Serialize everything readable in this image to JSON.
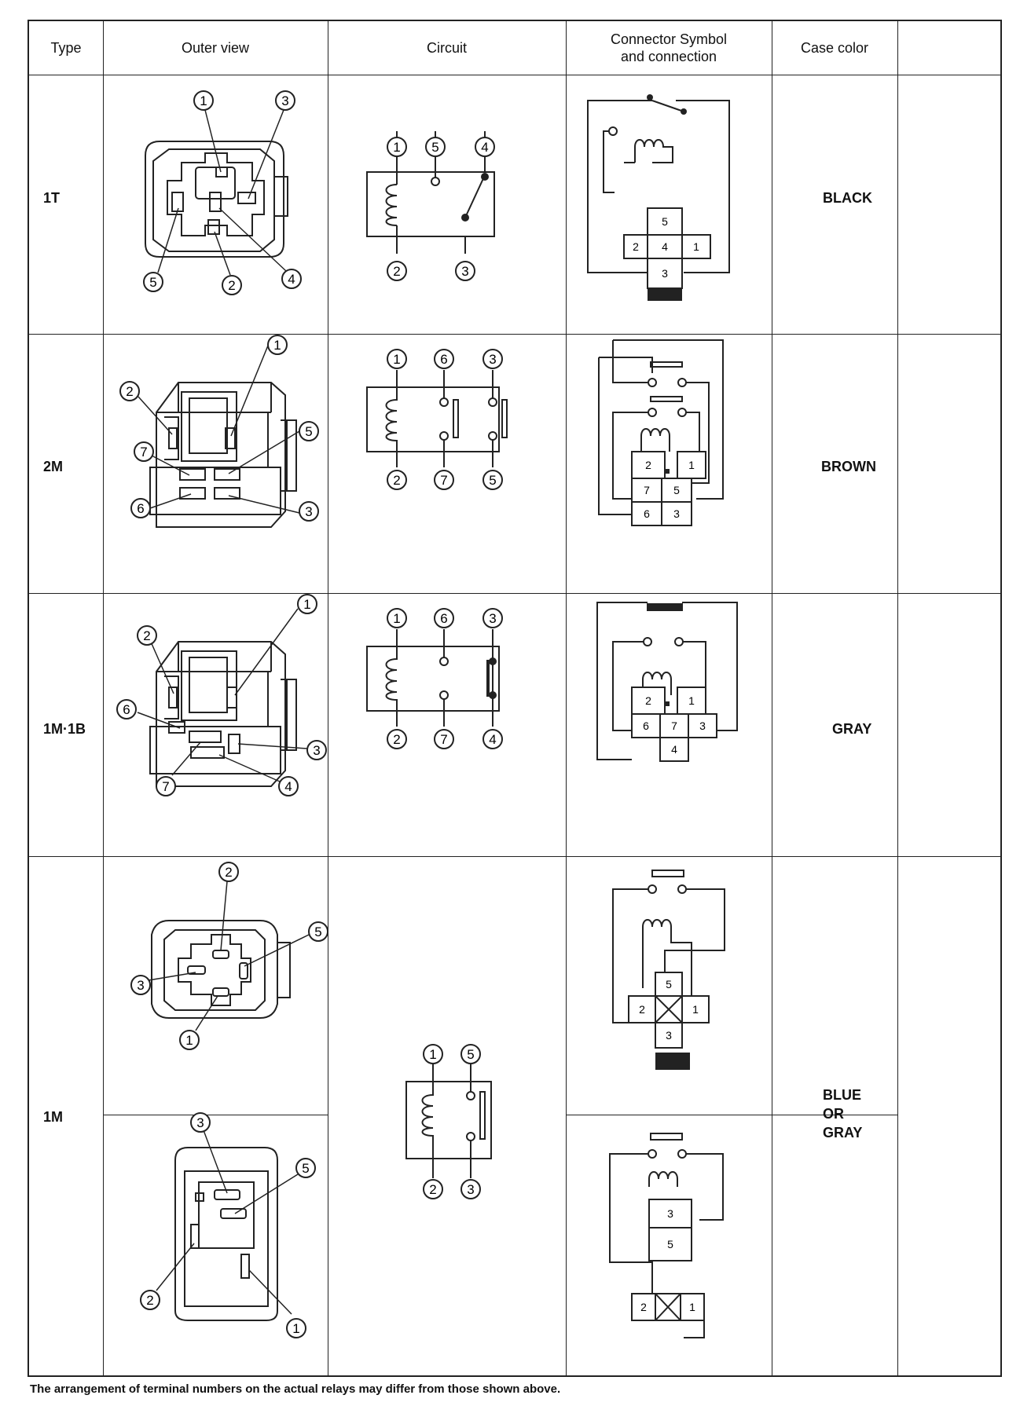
{
  "headers": {
    "type": "Type",
    "outer_view": "Outer view",
    "circuit": "Circuit",
    "connector": "Connector Symbol\nand connection",
    "case_color": "Case color"
  },
  "rows": [
    {
      "type": "1T",
      "case_color": "BLACK",
      "outer_view_terminals": [
        "1",
        "3",
        "5",
        "2",
        "4"
      ],
      "circuit_terminals": {
        "top": [
          "1",
          "5",
          "4"
        ],
        "bottom": [
          "2",
          "3"
        ]
      },
      "connector_pins": [
        "5",
        "2",
        "4",
        "1",
        "3"
      ]
    },
    {
      "type": "2M",
      "case_color": "BROWN",
      "outer_view_terminals": [
        "1",
        "2",
        "5",
        "7",
        "6",
        "3"
      ],
      "circuit_terminals": {
        "top": [
          "1",
          "6",
          "3"
        ],
        "bottom": [
          "2",
          "7",
          "5"
        ]
      },
      "connector_pins": [
        "2",
        "1",
        "7",
        "5",
        "6",
        "3"
      ]
    },
    {
      "type": "1M·1B",
      "case_color": "GRAY",
      "outer_view_terminals": [
        "1",
        "2",
        "6",
        "3",
        "7",
        "4"
      ],
      "circuit_terminals": {
        "top": [
          "1",
          "6",
          "3"
        ],
        "bottom": [
          "2",
          "7",
          "4"
        ]
      },
      "connector_pins": [
        "2",
        "1",
        "6",
        "7",
        "3",
        "4"
      ]
    },
    {
      "type": "1M",
      "case_color": "BLUE\nOR\nGRAY",
      "outer_view_a_terminals": [
        "2",
        "5",
        "3",
        "1"
      ],
      "outer_view_b_terminals": [
        "3",
        "5",
        "2",
        "1"
      ],
      "circuit_terminals": {
        "top": [
          "1",
          "5"
        ],
        "bottom": [
          "2",
          "3"
        ]
      },
      "connector_a_pins": [
        "5",
        "2",
        "1",
        "3"
      ],
      "connector_b_pins": [
        "3",
        "5",
        "2",
        "1"
      ]
    }
  ],
  "footnote": "The arrangement of terminal numbers on the actual relays may differ from those shown above."
}
